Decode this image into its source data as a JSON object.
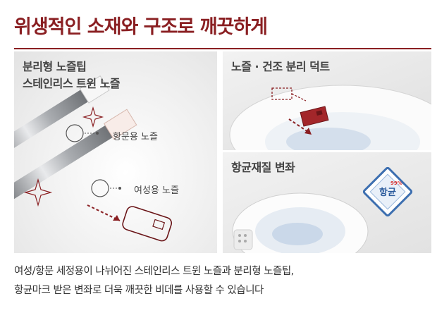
{
  "title": "위생적인 소재와 구조로 깨끗하게",
  "left_panel": {
    "title_line1": "분리형 노즐팁",
    "title_line2": "스테인리스 트윈 노즐",
    "callout_anal": "항문용 노즐",
    "callout_female": "여성용 노즐"
  },
  "right_top_panel": {
    "title": "노즐 · 건조 분리 덕트"
  },
  "right_bottom_panel": {
    "title": "항균재질 변좌",
    "badge_text": "항균",
    "badge_percent": "99%"
  },
  "description": {
    "line1": "여성/항문 세정용이 나뉘어진 스테인리스 트윈 노즐과 분리형 노즐팁,",
    "line2": "항균마크 받은 변좌로 더욱 깨끗한 비데를 사용할 수 있습니다"
  },
  "colors": {
    "accent": "#8a1f22",
    "badge_blue": "#3d6fb0"
  }
}
